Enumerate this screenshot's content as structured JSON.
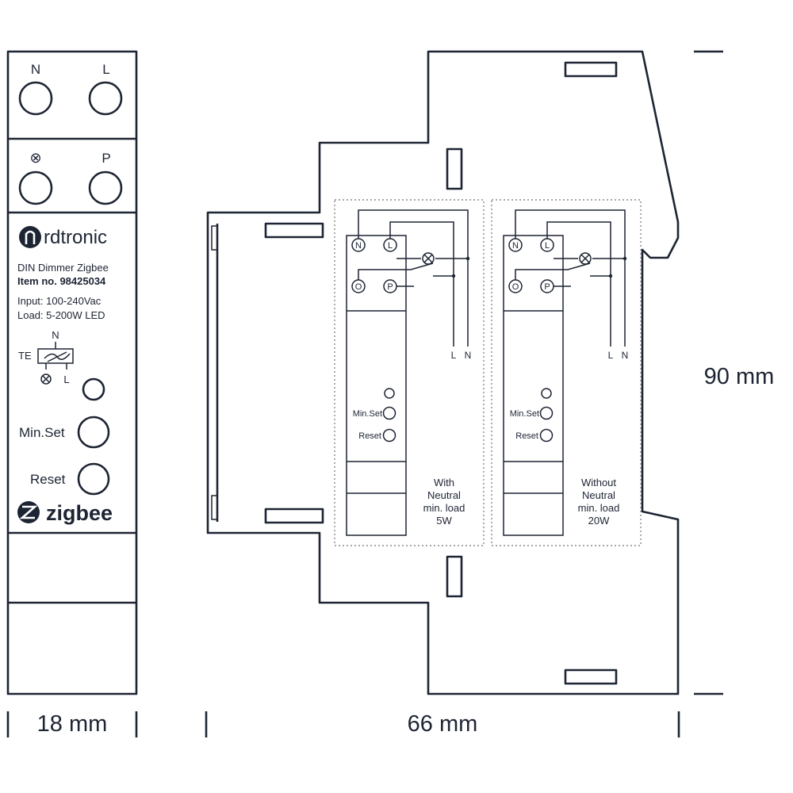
{
  "front": {
    "top_left_label": "N",
    "top_right_label": "L",
    "mid_left_symbol": "⊗",
    "mid_right_label": "P",
    "brand": "rdtronic",
    "product": "DIN Dimmer Zigbee",
    "item_no": "Item no. 98425034",
    "input": "Input: 100-240Vac",
    "load": "Load: 5-200W LED",
    "te_label": "TE",
    "schematic_top": "N",
    "schematic_bottom_right": "L",
    "button_min": "Min.Set",
    "button_reset": "Reset",
    "zigbee_text": "zigbee"
  },
  "dimensions": {
    "width": "18 mm",
    "depth": "66 mm",
    "height": "90 mm"
  },
  "wiring": [
    {
      "term_n": "N",
      "term_l": "L",
      "term_o": "O",
      "term_p": "P",
      "out_l": "L",
      "out_n": "N",
      "min_set": "Min.Set",
      "reset": "Reset",
      "caption": [
        "With",
        "Neutral",
        "min. load",
        "5W"
      ]
    },
    {
      "term_n": "N",
      "term_l": "L",
      "term_o": "O",
      "term_p": "P",
      "out_l": "L",
      "out_n": "N",
      "min_set": "Min.Set",
      "reset": "Reset",
      "caption": [
        "Without",
        "Neutral",
        "min. load",
        "20W"
      ]
    }
  ],
  "colors": {
    "line": "#1d2433",
    "background": "#ffffff"
  }
}
